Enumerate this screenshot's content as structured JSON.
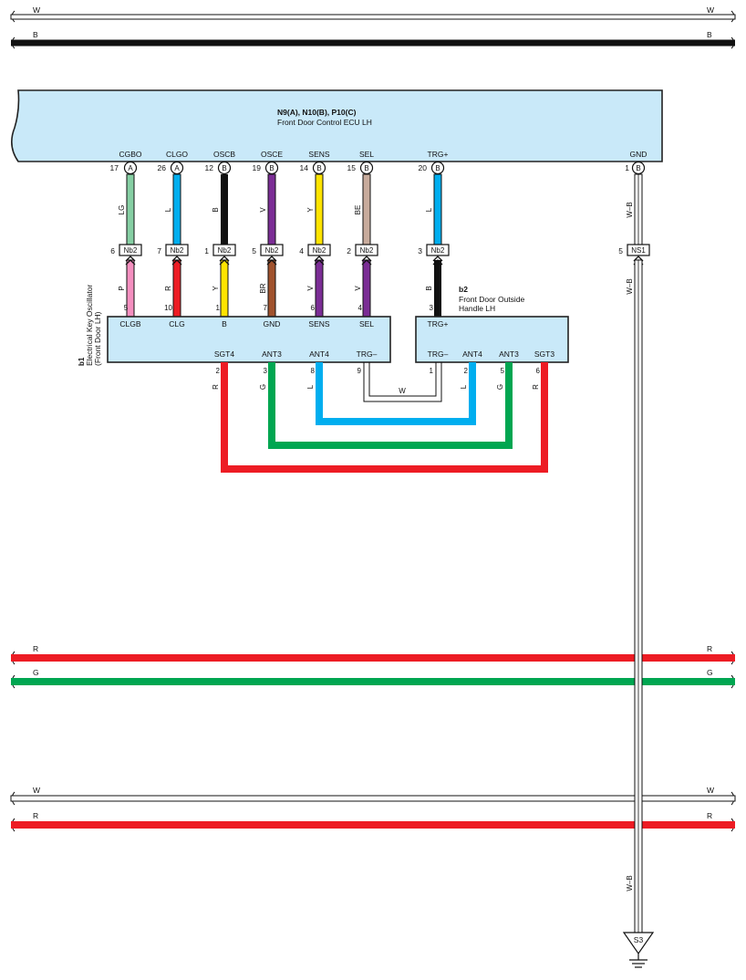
{
  "colors": {
    "W": "#ffffff",
    "B": "#111111",
    "LG": "#86cfa3",
    "L": "#00aeef",
    "V": "#7b2d95",
    "Y": "#ffe400",
    "BE": "#c8ab9c",
    "P": "#f48fbf",
    "R": "#ed1c24",
    "BR": "#a0522d",
    "G": "#00a651",
    "W-B": "#ffffff",
    "ecu_fill": "#c9e9f9"
  },
  "buses": [
    {
      "name": "bus-w-top",
      "label": "W"
    },
    {
      "name": "bus-b-top",
      "label": "B"
    },
    {
      "name": "bus-r-mid",
      "label": "R"
    },
    {
      "name": "bus-g-mid",
      "label": "G"
    },
    {
      "name": "bus-w-bottom",
      "label": "W"
    },
    {
      "name": "bus-r-bottom",
      "label": "R"
    }
  ],
  "ecu": {
    "connectors": "N9(A), N10(B), P10(C)",
    "name": "Front Door Control ECU LH",
    "pins": [
      {
        "label": "CGBO",
        "pin": "17",
        "conn": "A"
      },
      {
        "label": "CLGO",
        "pin": "26",
        "conn": "A"
      },
      {
        "label": "OSCB",
        "pin": "12",
        "conn": "B"
      },
      {
        "label": "OSCE",
        "pin": "19",
        "conn": "B"
      },
      {
        "label": "SENS",
        "pin": "14",
        "conn": "B"
      },
      {
        "label": "SEL",
        "pin": "15",
        "conn": "B"
      },
      {
        "label": "TRG+",
        "pin": "20",
        "conn": "B"
      },
      {
        "label": "GND",
        "pin": "1",
        "conn": "B"
      }
    ]
  },
  "upper_wires": [
    "LG",
    "L",
    "B",
    "V",
    "Y",
    "BE",
    "L",
    "W–B"
  ],
  "junctions": [
    {
      "pin": "6",
      "name": "Nb2"
    },
    {
      "pin": "7",
      "name": "Nb2"
    },
    {
      "pin": "1",
      "name": "Nb2"
    },
    {
      "pin": "5",
      "name": "Nb2"
    },
    {
      "pin": "4",
      "name": "Nb2"
    },
    {
      "pin": "2",
      "name": "Nb2"
    },
    {
      "pin": "3",
      "name": "Nb2"
    },
    {
      "pin": "5",
      "name": "NS1"
    }
  ],
  "lower_wires": [
    "P",
    "R",
    "Y",
    "BR",
    "V",
    "V",
    "B",
    "W–B"
  ],
  "osc": {
    "id": "b1",
    "name": "Electrical Key Oscillator",
    "location": "(Front Door LH)",
    "top_pins": [
      {
        "label": "CLGB",
        "pin": "5"
      },
      {
        "label": "CLG",
        "pin": "10"
      },
      {
        "label": "B",
        "pin": "1"
      },
      {
        "label": "GND",
        "pin": "7"
      },
      {
        "label": "SENS",
        "pin": "6"
      },
      {
        "label": "SEL",
        "pin": "4"
      }
    ],
    "bottom_pins": [
      {
        "label": "SGT4",
        "pin": "2",
        "wire": "R"
      },
      {
        "label": "ANT3",
        "pin": "3",
        "wire": "G"
      },
      {
        "label": "ANT4",
        "pin": "8",
        "wire": "L"
      },
      {
        "label": "TRG–",
        "pin": "9",
        "wire": ""
      }
    ]
  },
  "handle": {
    "id": "b2",
    "name_line1": "Front Door Outside",
    "name_line2": "Handle LH",
    "top_pin": {
      "label": "TRG+",
      "pin": "3"
    },
    "bottom_pins": [
      {
        "label": "TRG–",
        "pin": "1",
        "wire": ""
      },
      {
        "label": "ANT4",
        "pin": "2",
        "wire": "L"
      },
      {
        "label": "ANT3",
        "pin": "5",
        "wire": "G"
      },
      {
        "label": "SGT3",
        "pin": "6",
        "wire": "R"
      }
    ]
  },
  "trg_wire_label": "W",
  "ground_wire_label": "W–B",
  "ground_point": "S3"
}
